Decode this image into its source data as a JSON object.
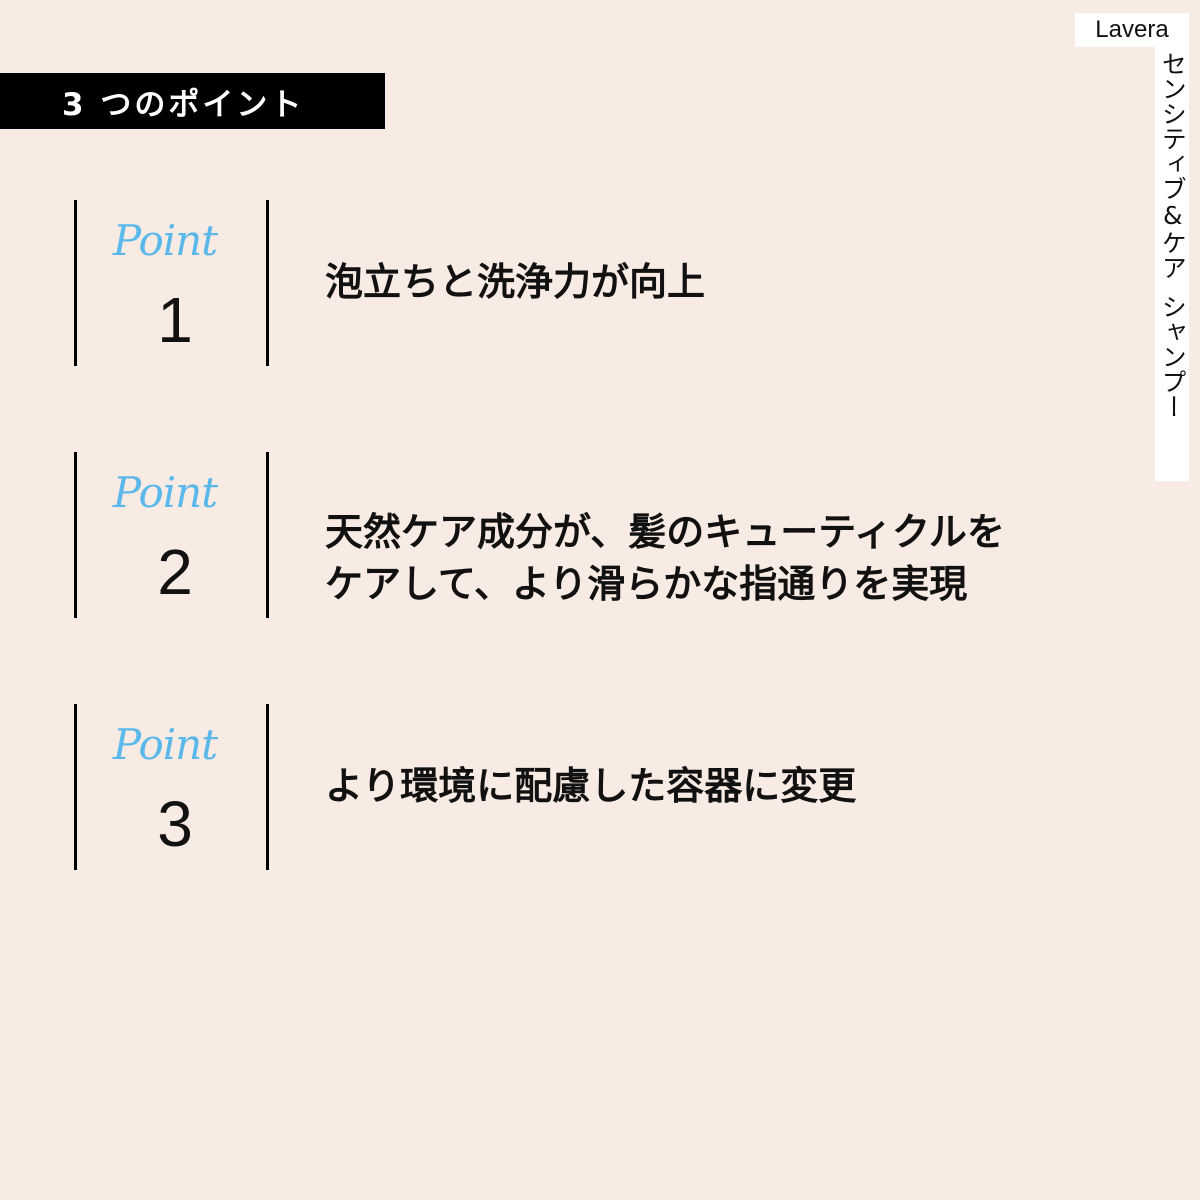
{
  "header": {
    "banner_title": "3 つのポイント"
  },
  "product_tag": {
    "brand": "Lavera",
    "name_chars": [
      "セ",
      "ン",
      "シ",
      "テ",
      "ィ",
      "ブ",
      "&",
      "ケ",
      "ア",
      " ",
      "シ",
      "ャ",
      "ン",
      "プ",
      "ー"
    ],
    "name": "センシティブ&ケア シャンプー"
  },
  "points": [
    {
      "label": "Point",
      "number": "1",
      "lines": [
        "泡立ちと洗浄力が向上"
      ]
    },
    {
      "label": "Point",
      "number": "2",
      "lines": [
        "天然ケア成分が、髪のキューティクルを",
        "ケアして、より滑らかな指通りを実現"
      ]
    },
    {
      "label": "Point",
      "number": "3",
      "lines": [
        "より環境に配慮した容器に変更"
      ]
    }
  ],
  "colors": {
    "background": "#f8ebe3",
    "accent_point_label": "#5bb8ea",
    "banner": "#000000",
    "text": "#111111"
  }
}
